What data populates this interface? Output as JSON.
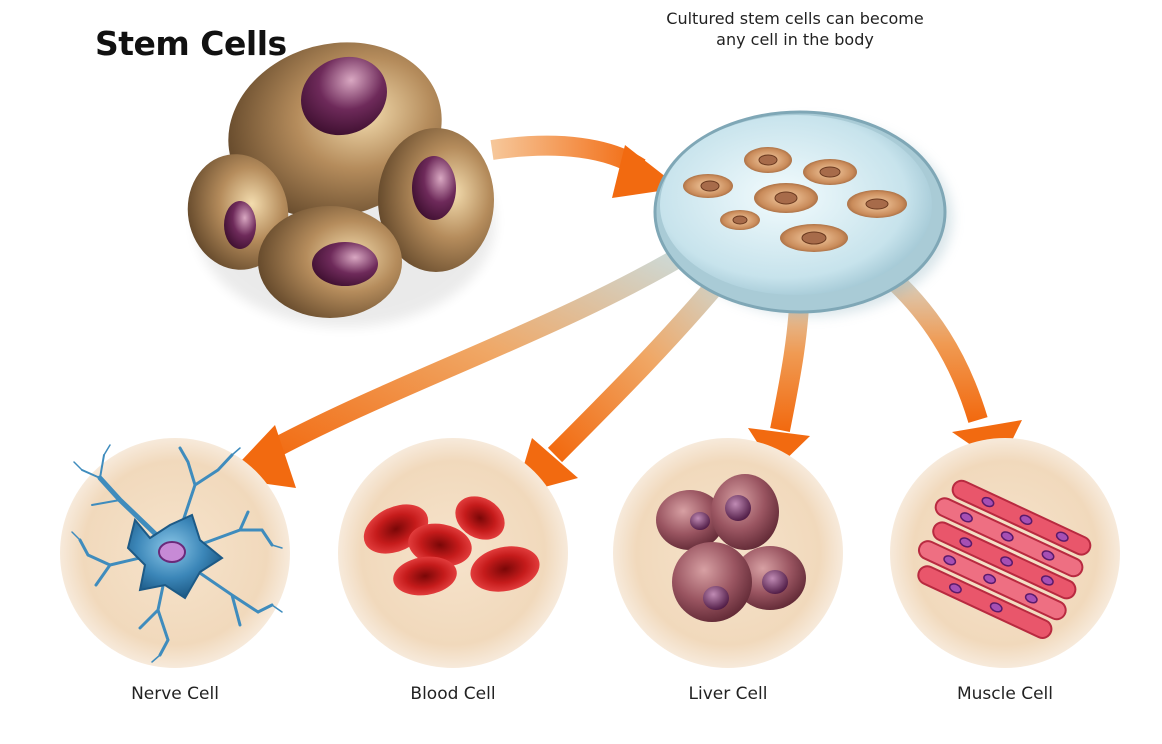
{
  "title": "Stem Cells",
  "caption": "Cultured stem cells can become any cell in the body",
  "cell_types": [
    {
      "label": "Nerve Cell"
    },
    {
      "label": "Blood Cell"
    },
    {
      "label": "Liver Cell"
    },
    {
      "label": "Muscle Cell"
    }
  ],
  "colors": {
    "stem_cell_body": "#8a6a44",
    "stem_nucleus": "#5c1f4a",
    "arrow": "#f27a1a",
    "petri_dish": "#bfe0ea",
    "circle_bg": "#f3dcc2",
    "nerve": "#2f7fb0",
    "blood": "#c01616",
    "liver": "#8a4a56",
    "muscle": "#e2485e"
  }
}
